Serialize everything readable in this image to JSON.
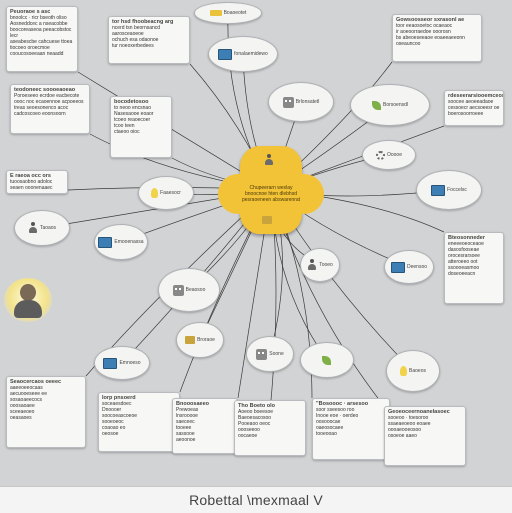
{
  "footer": {
    "title": "Robettal \\mexmaal  V"
  },
  "colors": {
    "background": "#d2d3d5",
    "center_fill": "#f2c237",
    "edge": "#3a3a3a",
    "card": "#f7f7f5"
  },
  "center": {
    "lines": [
      "Chupeerarn wexlay",
      "bnoocnoe hten dlebhsd",
      "pesraoeneen abswarenrat"
    ],
    "icons": [
      "person-icon",
      "chip-icon"
    ]
  },
  "cards": [
    {
      "id": "tl",
      "lines": [
        "Peuoraoe s asc",
        "bnoolcc · ricr bseoth oliso",
        "Aosneddcec a nseacobbe",
        "boocoreaseoa peeacobstoc lecr",
        "aseabescbe cahcuese ttoea",
        "tiocoeo oroecmoe",
        "cooucosoeeaan neaadd"
      ]
    },
    {
      "id": "tc",
      "lines": [
        "tor hsd fhoobeacng arg",
        "ncerd tsn beornsancd",
        "aarosceaoeoe",
        "ochuch esa odaonoe",
        "tur noeoxerbedees"
      ]
    },
    {
      "id": "tr",
      "lines": [
        "Gowsoosseor sxrasonl ae",
        "toor eeaosoetoc ocaeaoc",
        "ir aoeoorraedoe ooorosn",
        "bs abeoeseeaoe eoaeeaeeonn",
        "oseauncoo"
      ]
    },
    {
      "id": "ml",
      "lines": [
        "teodoneec soooeaoeao",
        "Poroeseeo ecrdoe eacbecote",
        "oooc noc ecaoennoe acpoeeos",
        "treas seoesonenco acoc",
        "cadcoscoeo eoonsoorn"
      ]
    },
    {
      "id": "mc",
      "lines": [
        "bocodetosoo",
        "to neoo encsnao",
        "Nasesaooe eoaor",
        "tcoeo reaoecoer",
        "tcoo teen",
        "ctaeoo oioc"
      ]
    },
    {
      "id": "rr",
      "lines": [
        "rdeseerarsiooemceosc",
        "soocee aeoeeadaoe",
        "cessoecr aecsoeesr oe",
        "boerosoorroeee"
      ]
    },
    {
      "id": "l2",
      "lines": [
        "E raeoa occ ors",
        "tuoosaobno adoloc",
        "seaen ooonenaaec"
      ]
    },
    {
      "id": "r3",
      "lines": [
        "Bteosonneder",
        "eneeeoeoceaoe",
        "dasosfooseae",
        "orocesrarsoee",
        "atteroeeo oot",
        "ssoooeasmoo",
        "doseoeeacn"
      ]
    },
    {
      "id": "b1",
      "lines": [
        "Seaocercaos oeeec",
        "aaeeoeeocaas",
        "aecuooeseee ee",
        "sosaoaeecocs",
        "ooosaoaee",
        "sceeaeoeo",
        "oeasaoes"
      ]
    },
    {
      "id": "b2",
      "lines": [
        "Iorp pnsoerd",
        "soceaesdoec",
        "Dnoooer",
        "soocoeascoeoe",
        "sooeoeoc",
        "coaoao eo",
        "oeosoe"
      ]
    },
    {
      "id": "b3",
      "lines": [
        "Bnooosaeeo",
        "Prewoeas",
        "lnsrooooe",
        "saeceec",
        "tooeee",
        "sassooe",
        "aeoonoe"
      ]
    },
    {
      "id": "b4",
      "lines": [
        "Tho Boeto olo",
        "Aoeoo boeesoe",
        "Baeoesacosoo",
        "Pooeaoo oeoc",
        "oooseeoo",
        "oocaeoe"
      ]
    },
    {
      "id": "b5",
      "lines": [
        "\"Bosoooc · arsesoo",
        "soor sseesoo roo",
        "Inooe eoe · oerdeo",
        "oosooocae",
        "oaeosocaee",
        "tooeooao"
      ]
    },
    {
      "id": "b6",
      "lines": [
        "Geoeoceernoanelasoec",
        "sooeoo · toesoroo",
        "ssaeaeoeoo eoaee",
        "oooaeooeosoo",
        "osoeoe aaeo"
      ]
    }
  ],
  "bubbles": [
    {
      "id": "n1",
      "text": "Boaoeotet",
      "icon": "tag-icon"
    },
    {
      "id": "n2",
      "text": "fonalaemidewo",
      "icon": "screen-icon"
    },
    {
      "id": "n3",
      "text": "Brlonsatetl",
      "icon": "robot-icon"
    },
    {
      "id": "n4",
      "text": "Borsoensdl",
      "icon": "leaf-icon"
    },
    {
      "id": "n5",
      "text": "Ooooe",
      "icon": "gear-icon"
    },
    {
      "id": "n6",
      "text": "Foccelsc",
      "icon": "screen-icon"
    },
    {
      "id": "n7",
      "text": "Faaesocr",
      "icon": "bulb-icon"
    },
    {
      "id": "n8",
      "text": "Taoaos",
      "icon": "person-icon"
    },
    {
      "id": "n9",
      "text": "Emooenassa",
      "icon": "screen-icon"
    },
    {
      "id": "n10",
      "text": "Beaosoo",
      "icon": "robot-icon"
    },
    {
      "id": "n11",
      "text": "Tooeo",
      "icon": "person-icon"
    },
    {
      "id": "n12",
      "text": "Deensoo",
      "icon": "screen-icon"
    },
    {
      "id": "n13",
      "text": "Broraoe",
      "icon": "chip-icon"
    },
    {
      "id": "n14",
      "text": "Emnoeso",
      "icon": "screen-icon"
    },
    {
      "id": "n15",
      "text": "Soone",
      "icon": "robot-icon"
    },
    {
      "id": "n16",
      "text": "",
      "icon": "leaf-icon"
    },
    {
      "id": "n17",
      "text": "Baoeos",
      "icon": "bulb-icon"
    }
  ]
}
